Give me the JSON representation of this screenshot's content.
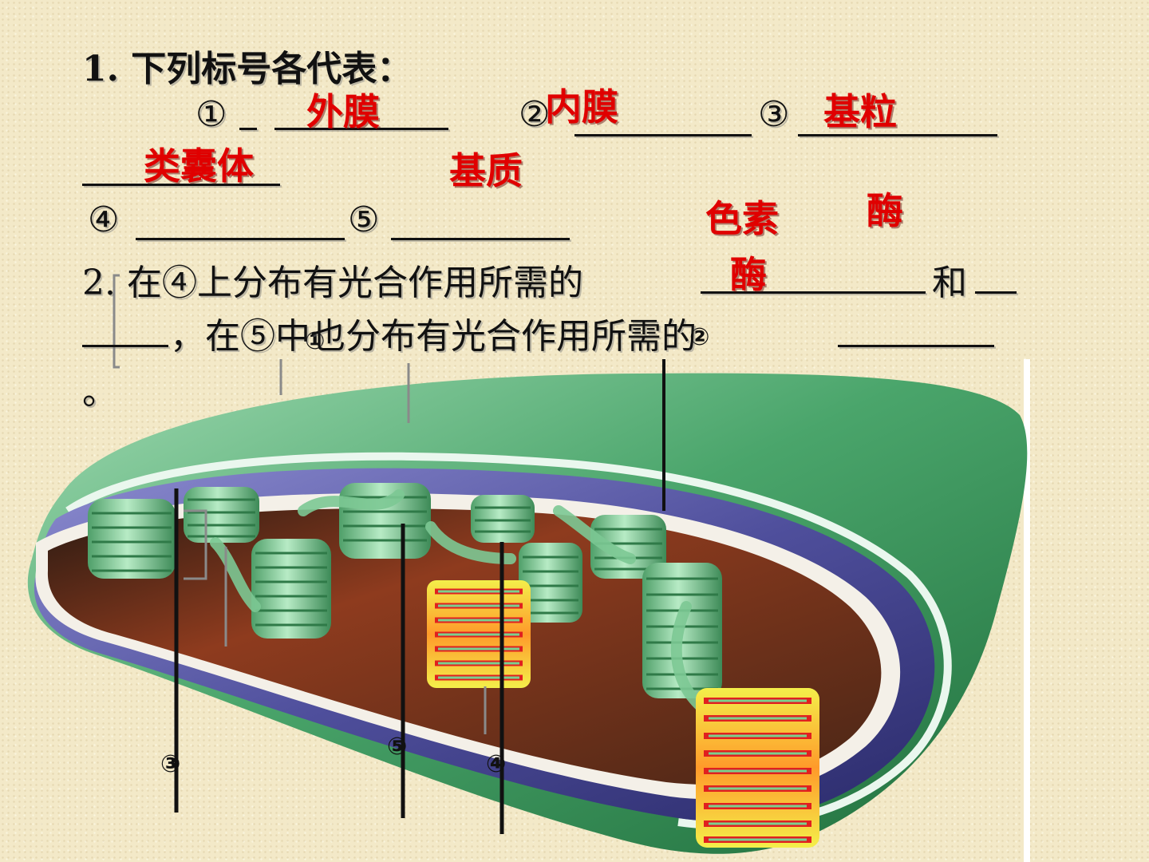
{
  "question1": {
    "heading": "1. 下列标号各代表：",
    "mark1": "①",
    "mark2": "②",
    "mark3": "③",
    "mark4": "④",
    "mark5": "⑤"
  },
  "question2": {
    "line1": "2. 在④上分布有光合作用所需的",
    "and": "和",
    "line2": "，在⑤中也分布有光合作用所需的",
    "end": "。"
  },
  "answers": {
    "a1": "外膜",
    "a2": "内膜",
    "a3": "基粒",
    "a4": "类囊体",
    "a5": "基质",
    "pigment": "色素",
    "enzyme_top": "酶",
    "enzyme_bottom": "酶"
  },
  "diagram_labels": {
    "l1": "①",
    "l2": "②",
    "l3": "③",
    "l4": "④",
    "l5": "⑤"
  },
  "colors": {
    "outer_membrane": "#3f9a63",
    "inner_membrane": "#4f4f9c",
    "stroma": "#8e3b1e",
    "grana": "#8fd4a2",
    "answer_text": "#e00000"
  }
}
